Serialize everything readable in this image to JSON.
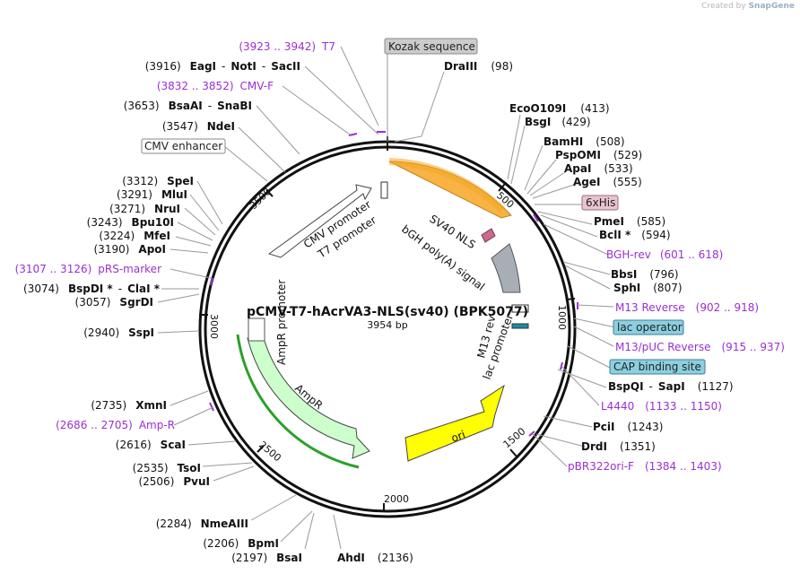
{
  "watermark": {
    "prefix": "Created by",
    "brand": "SnapGene"
  },
  "plasmid": {
    "name": "pCMV-T7-hAcrVA3-NLS(sv40) (BPK5077)",
    "size": "3954 bp"
  },
  "ticks": [
    "500",
    "1000",
    "1500",
    "2000",
    "2500",
    "3000",
    "3500"
  ],
  "features": {
    "cmv_enhancer": "CMV enhancer",
    "cmv_promoter": "CMV promoter",
    "t7_promoter": "T7 promoter",
    "sv40_nls": "SV40 NLS",
    "bgh": "bGH poly(A) signal",
    "m13_rev": "M13 rev",
    "lac_promoter": "lac promoter",
    "ori": "ori",
    "ampr": "AmpR",
    "ampr_promoter": "AmpR promoter"
  },
  "boxed": {
    "kozak": "Kozak sequence",
    "his": "6xHis",
    "lac_operator": "lac operator",
    "cap": "CAP binding site"
  },
  "site_labels": {
    "draIII": {
      "name": "DraIII",
      "pos": "(98)"
    },
    "eco0109": {
      "name": "EcoO109I",
      "pos": "(413)"
    },
    "bsgI": {
      "name": "BsgI",
      "pos": "(429)"
    },
    "bamHI": {
      "name": "BamHI",
      "pos": "(508)"
    },
    "pspomi": {
      "name": "PspOMI",
      "pos": "(529)"
    },
    "apaI": {
      "name": "ApaI",
      "pos": "(533)"
    },
    "ageI": {
      "name": "AgeI",
      "pos": "(555)"
    },
    "pmeI": {
      "name": "PmeI",
      "pos": "(585)"
    },
    "bclI": {
      "name": "BclI *",
      "pos": "(594)"
    },
    "bbsI": {
      "name": "BbsI",
      "pos": "(796)"
    },
    "sphI": {
      "name": "SphI",
      "pos": "(807)"
    },
    "bspqi": {
      "name": "BspQI",
      "sep": "-",
      "name2": "SapI",
      "pos": "(1127)"
    },
    "pciI": {
      "name": "PciI",
      "pos": "(1243)"
    },
    "drdI": {
      "name": "DrdI",
      "pos": "(1351)"
    },
    "ahdI": {
      "name": "AhdI",
      "pos": "(2136)"
    },
    "bsaI": {
      "name": "BsaI",
      "pos": "(2197)"
    },
    "bpmI": {
      "name": "BpmI",
      "pos": "(2206)"
    },
    "nmeaiii": {
      "name": "NmeAIII",
      "pos": "(2284)"
    },
    "pvuI": {
      "name": "PvuI",
      "pos": "(2506)"
    },
    "tsoI": {
      "name": "TsoI",
      "pos": "(2535)"
    },
    "scaI": {
      "name": "ScaI",
      "pos": "(2616)"
    },
    "xmnI": {
      "name": "XmnI",
      "pos": "(2735)"
    },
    "sspI": {
      "name": "SspI",
      "pos": "(2940)"
    },
    "sgrdi": {
      "name": "SgrDI",
      "pos": "(3057)"
    },
    "bspdi": {
      "name": "BspDI *",
      "sep": "-",
      "name2": "ClaI *",
      "pos": "(3074)"
    },
    "apoI": {
      "name": "ApoI",
      "pos": "(3190)"
    },
    "mfeI": {
      "name": "MfeI",
      "pos": "(3224)"
    },
    "bpu10i": {
      "name": "Bpu10I",
      "pos": "(3243)"
    },
    "nruI": {
      "name": "NruI",
      "pos": "(3271)"
    },
    "mluI": {
      "name": "MluI",
      "pos": "(3291)"
    },
    "speI": {
      "name": "SpeI",
      "pos": "(3312)"
    },
    "ndeI": {
      "name": "NdeI",
      "pos": "(3547)"
    },
    "bsaAI": {
      "name": "BsaAI",
      "sep": "-",
      "name2": "SnaBI",
      "pos": "(3653)"
    },
    "eagI": {
      "name": "EagI",
      "sep": "-",
      "name2": "NotI",
      "sep2": "-",
      "name3": "SacII",
      "pos": "(3916)"
    }
  },
  "primer_labels": {
    "t7": {
      "range": "(3923 .. 3942)",
      "name": "T7"
    },
    "cmvf": {
      "range": "(3832 .. 3852)",
      "name": "CMV-F"
    },
    "prs": {
      "range": "(3107 .. 3126)",
      "name": "pRS-marker"
    },
    "ampr": {
      "range": "(2686 .. 2705)",
      "name": "Amp-R"
    },
    "bghrev": {
      "name": "BGH-rev",
      "range": "(601 .. 618)"
    },
    "m13rev": {
      "name": "M13 Reverse",
      "range": "(902 .. 918)"
    },
    "m13puc": {
      "name": "M13/pUC Reverse",
      "range": "(915 .. 937)"
    },
    "l4440": {
      "name": "L4440",
      "range": "(1133 .. 1150)"
    },
    "pbr322": {
      "name": "pBR322ori-F",
      "range": "(1384 .. 1403)"
    }
  },
  "colors": {
    "backbone": "#111111",
    "primer": "#9b2fd0",
    "enzyme_line": "#999999",
    "cds_orange": "#f6a623",
    "ori_yellow": "#ffff00",
    "ampr_green": "#ccffcc",
    "nls_pink": "#c86b8f",
    "polya_grey": "#a8aeb5",
    "kozak_box": "#cccccc",
    "his_box": "#e8c4d0",
    "lac_box": "#8ccfe0"
  }
}
